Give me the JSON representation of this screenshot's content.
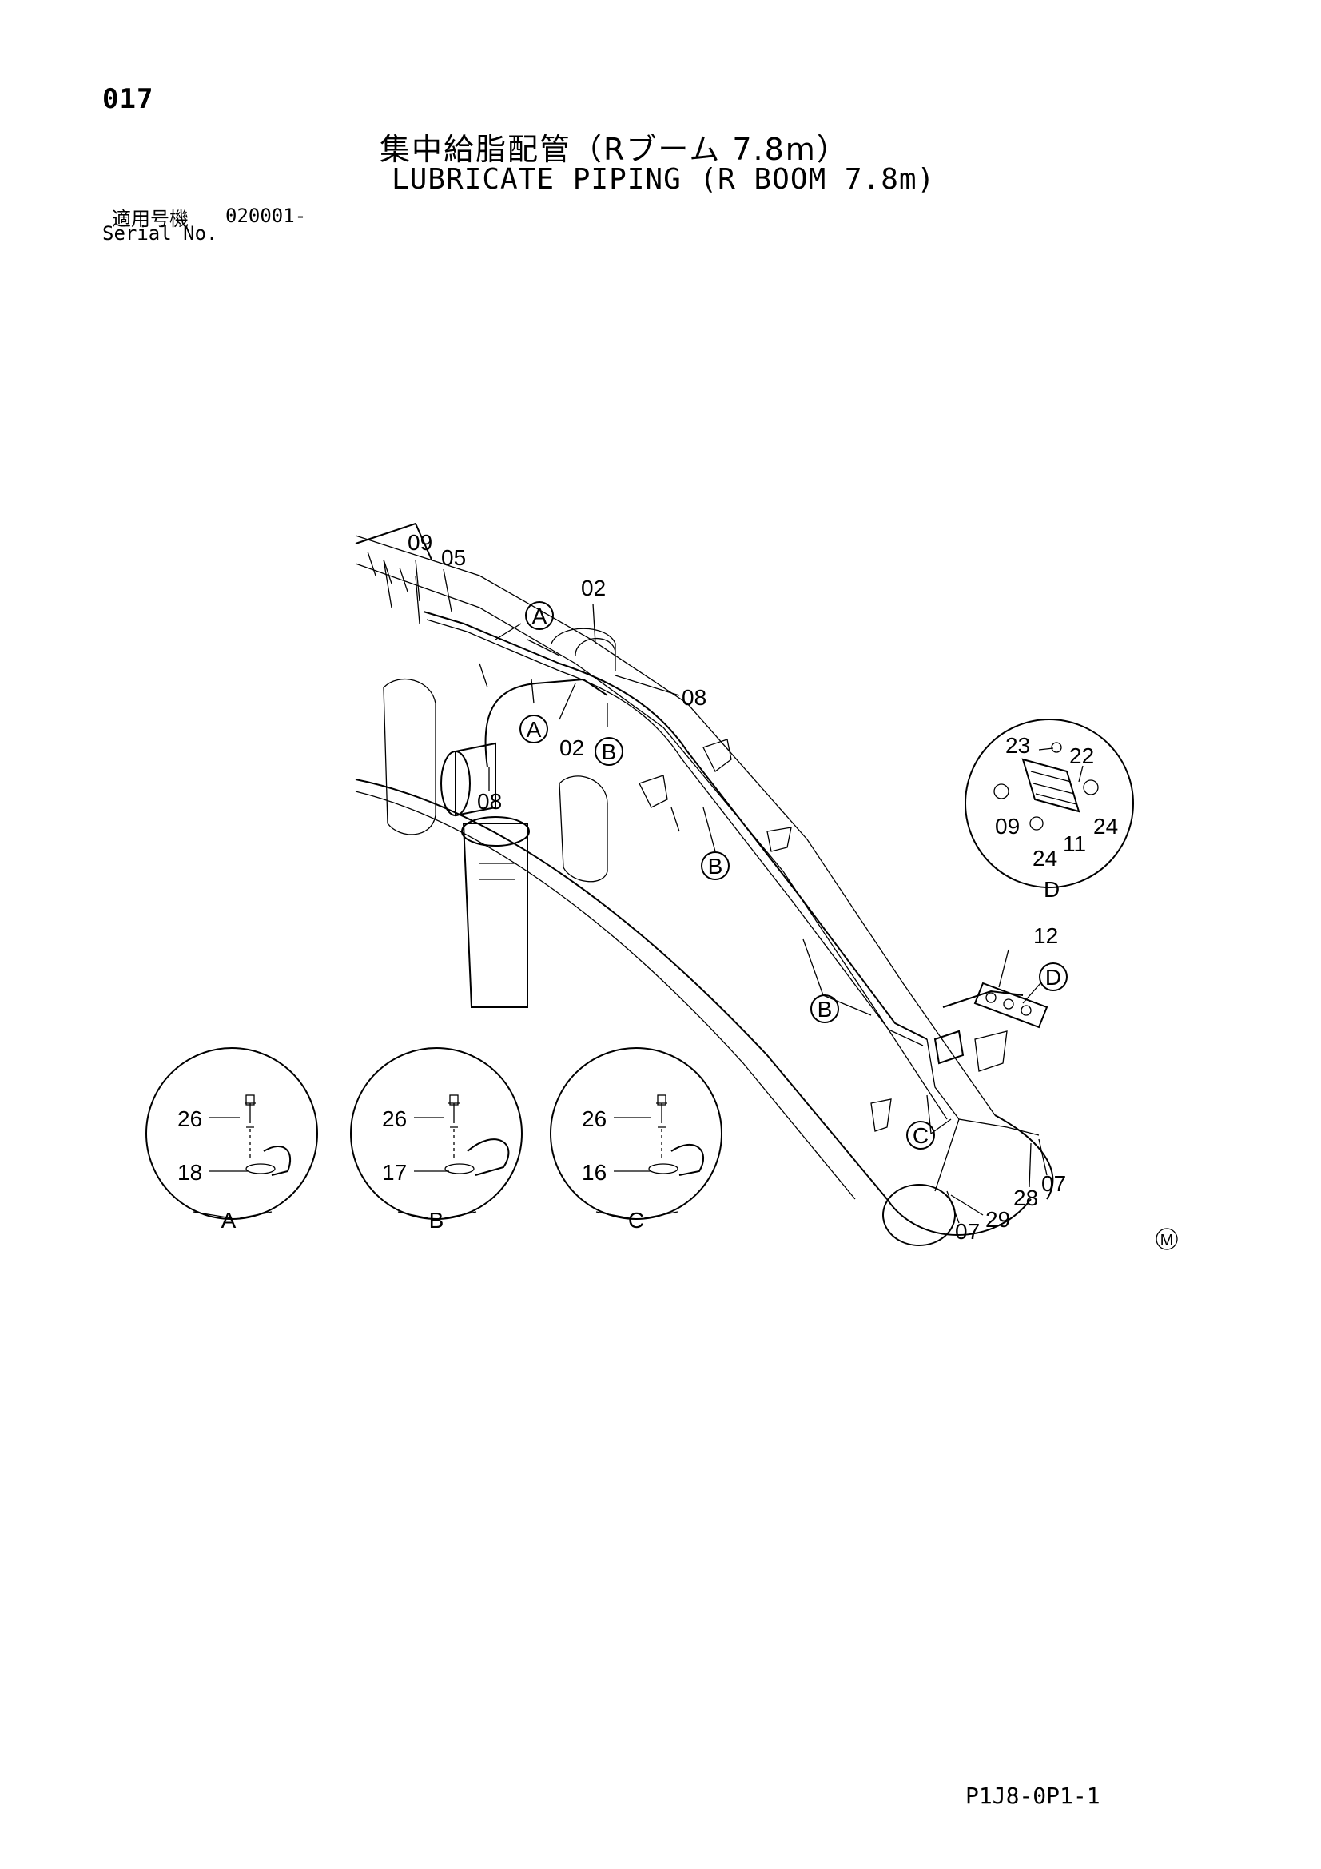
{
  "header": {
    "page_number": "017",
    "title_jp": "集中給脂配管（Rブーム 7.8m）",
    "title_en": "LUBRICATE PIPING (R BOOM 7.8m)",
    "serial_label_jp": "適用号機",
    "serial_value": "020001-",
    "serial_label_en": "Serial No."
  },
  "main_callouts": {
    "p09_top": "09",
    "p05": "05",
    "p02_top": "02",
    "p08_right": "08",
    "p02_mid": "02",
    "p08_left": "08",
    "p12": "12",
    "p07_left": "07",
    "p29": "29",
    "p28": "28",
    "p07_right": "07"
  },
  "circle_refs": {
    "a1": "A",
    "a2": "A",
    "b1": "B",
    "b2": "B",
    "b3": "B",
    "c1": "C",
    "d1": "D"
  },
  "detail_d": {
    "label": "D",
    "p23": "23",
    "p22": "22",
    "p09": "09",
    "p24_right": "24",
    "p11": "11",
    "p24_bottom": "24"
  },
  "detail_a": {
    "label": "A",
    "bolt": "26",
    "clamp": "18"
  },
  "detail_b": {
    "label": "B",
    "bolt": "26",
    "clamp": "17"
  },
  "detail_c": {
    "label": "C",
    "bolt": "26",
    "clamp": "16"
  },
  "footer": {
    "m_mark": "M",
    "drawing_code": "P1J8-0P1-1"
  }
}
